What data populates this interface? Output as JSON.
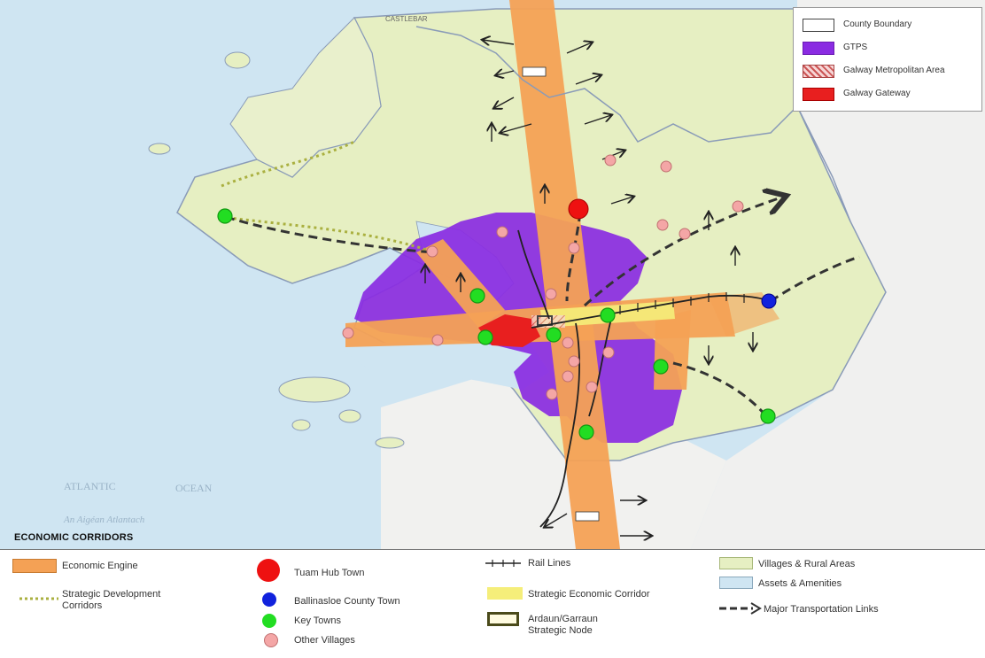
{
  "map": {
    "title": "ECONOMIC CORRIDORS",
    "ocean_labels": [
      "ATLANTIC",
      "OCEAN",
      "An Aigéan Atlantach"
    ],
    "place_labels": [
      "CASTLEBAR"
    ]
  },
  "legend_top": {
    "items": [
      {
        "label": "County Boundary",
        "fill": "#ffffff",
        "pattern": "none"
      },
      {
        "label": "GTPS",
        "fill": "#8a2be2",
        "pattern": "none"
      },
      {
        "label": "Galway Metropolitan Area",
        "fill": "#f3c9c9",
        "pattern": "hatch"
      },
      {
        "label": "Galway Gateway",
        "fill": "#e81f1f",
        "pattern": "none"
      }
    ]
  },
  "legend_bottom": {
    "economic_engine": "Economic Engine",
    "strategic_dev_corridors": "Strategic Development\nCorridors",
    "tuam_hub_town": "Tuam Hub Town",
    "ballinasloe_county_town": "Ballinasloe County Town",
    "key_towns": "Key Towns",
    "other_villages": "Other Villages",
    "rail_lines": "Rail Lines",
    "strategic_economic_corridor": "Strategic Economic Corridor",
    "ardaun_node": "Ardaun/Garraun\nStrategic Node",
    "villages_rural": "Villages & Rural Areas",
    "assets_amenities": "Assets & Amenities",
    "major_transport": "Major Transportation Links"
  },
  "colors": {
    "sea": "#cfe5f2",
    "land": "#e6efc2",
    "land_other": "#efefef",
    "gtps": "#8a2be2",
    "engine": "#f4a155",
    "gateway": "#e81f1f",
    "corridor_yellow": "#f5ee7a",
    "hub": "#ee1111",
    "county_town": "#1122dd",
    "key_town": "#22dd22",
    "village": "#f4a6a6"
  }
}
